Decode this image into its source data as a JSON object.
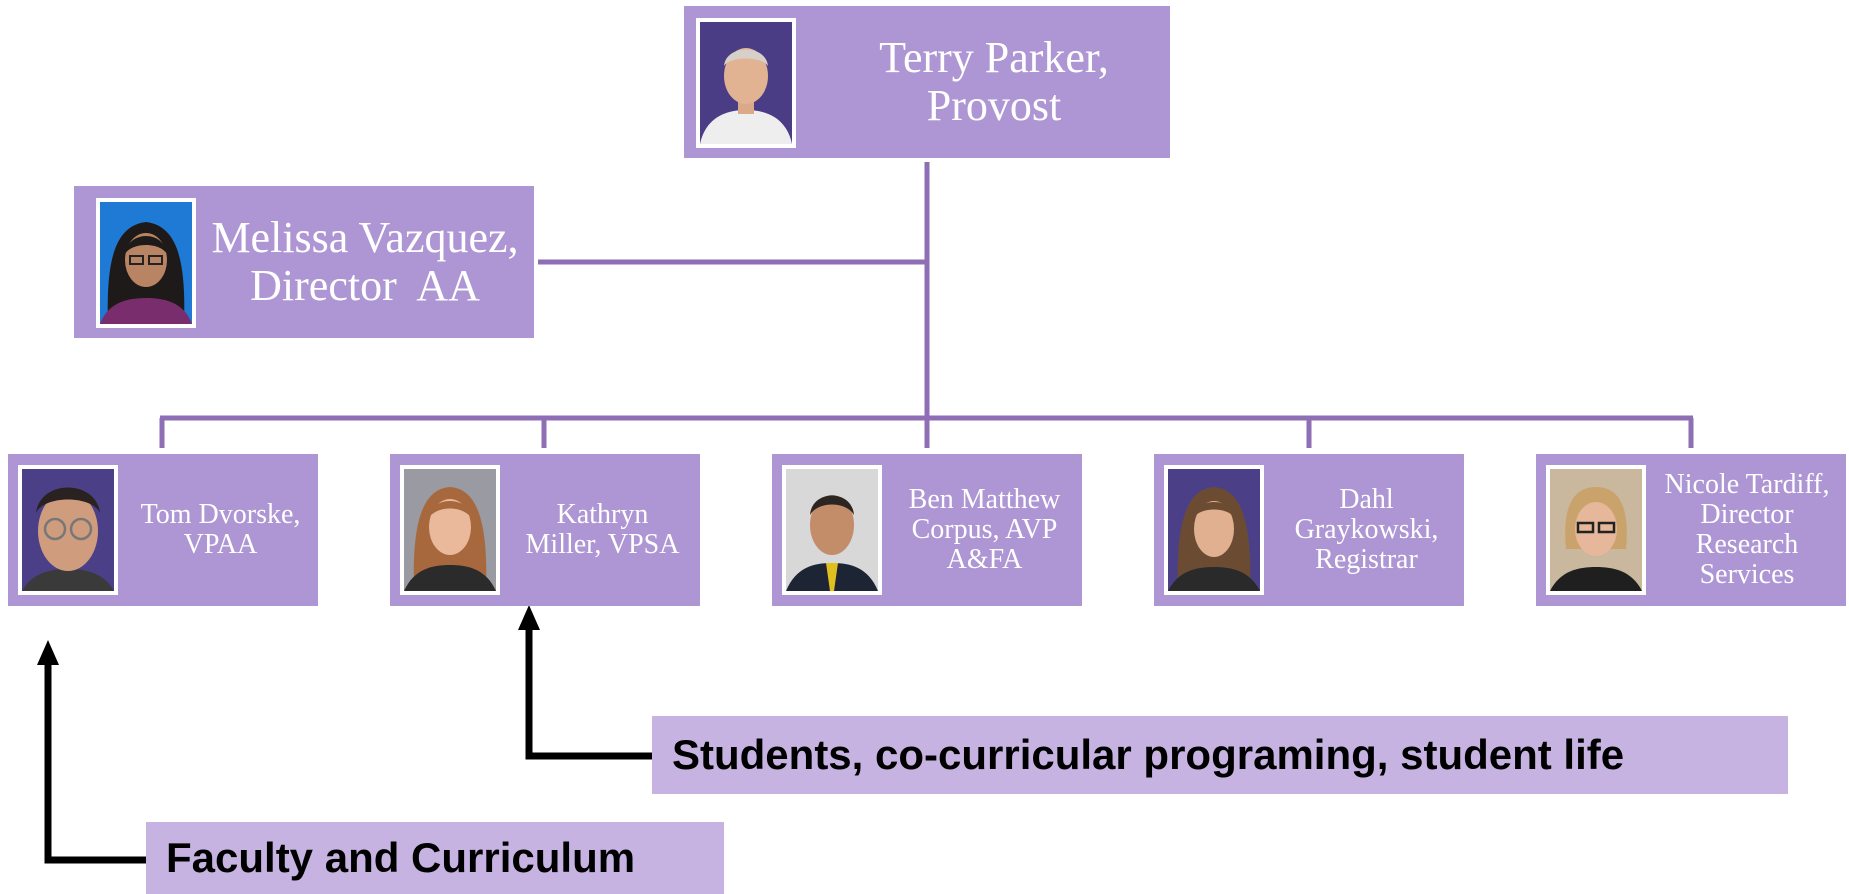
{
  "colors": {
    "node_fill": "#ad96d3",
    "callout_fill": "#c6b3e2",
    "connector": "#8e6fb6",
    "arrow": "#000000",
    "name_text": "#ffffff"
  },
  "provost": {
    "name_lines": [
      "Terry Parker,",
      "Provost"
    ],
    "photo_icon": "portrait-photo"
  },
  "assistant": {
    "name_lines": [
      "Melissa Vazquez,",
      "Director  AA"
    ],
    "photo_icon": "portrait-photo"
  },
  "direct_reports": [
    {
      "name_lines": [
        "Tom Dvorske,",
        "VPAA"
      ],
      "photo_icon": "portrait-photo"
    },
    {
      "name_lines": [
        "Kathryn",
        "Miller, VPSA"
      ],
      "photo_icon": "portrait-photo"
    },
    {
      "name_lines": [
        "Ben Matthew",
        "Corpus, AVP",
        "A&FA"
      ],
      "photo_icon": "portrait-photo"
    },
    {
      "name_lines": [
        "Dahl",
        "Graykowski,",
        "Registrar"
      ],
      "photo_icon": "portrait-photo"
    },
    {
      "name_lines": [
        "Nicole Tardiff,",
        "Director",
        "Research",
        "Services"
      ],
      "photo_icon": "portrait-photo"
    }
  ],
  "callouts": {
    "student_life": "Students, co-curricular programing, student life",
    "faculty": "Faculty and Curriculum"
  }
}
